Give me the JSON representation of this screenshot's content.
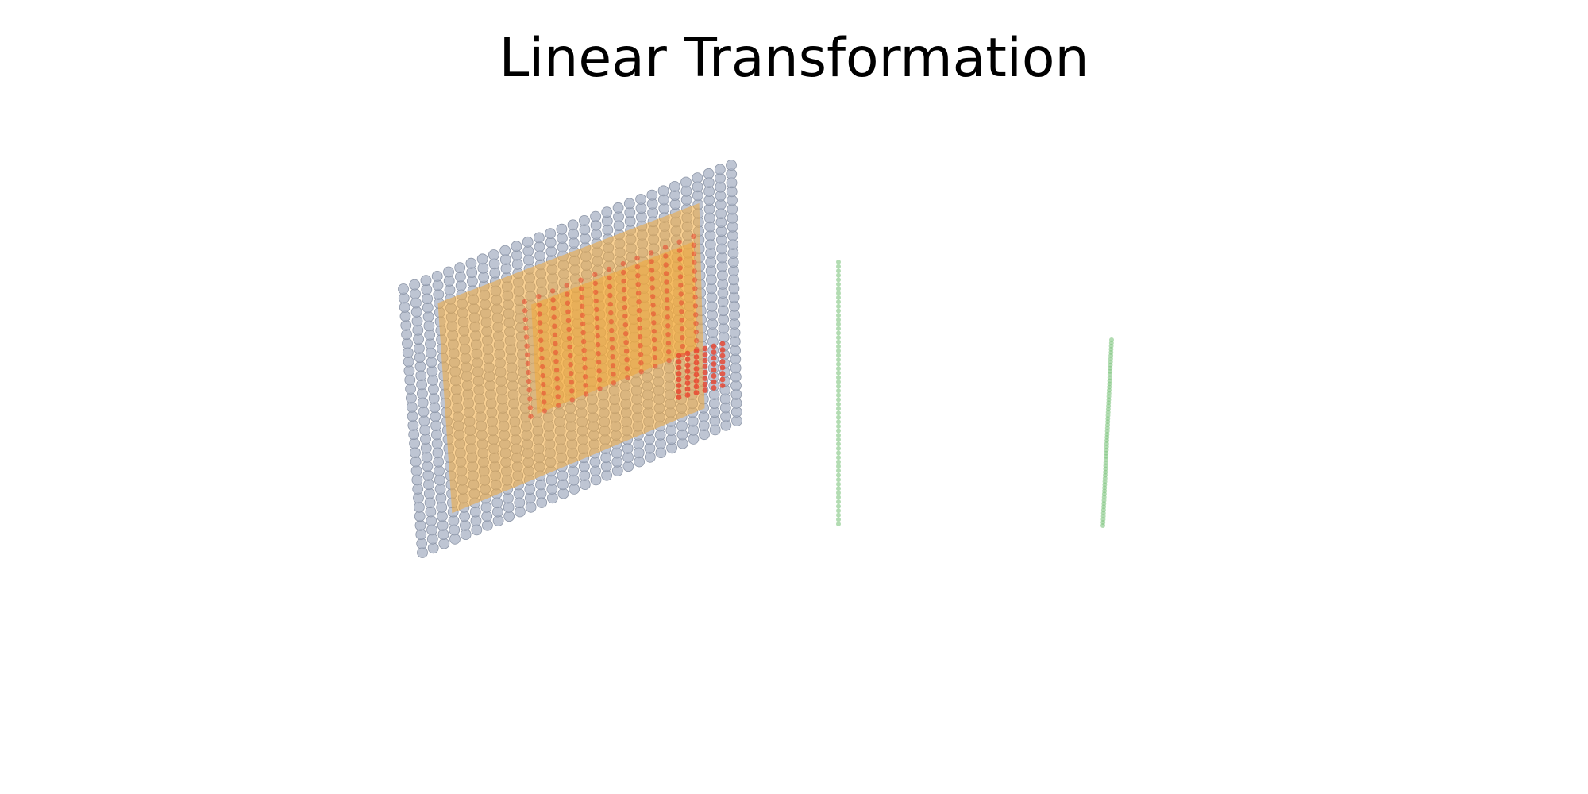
{
  "chart_data": {
    "type": "scatter",
    "title": "Linear Transformation",
    "axes_visible": false,
    "grid": false,
    "legend": "none",
    "colors": {
      "grid_points": "#a8b2c4",
      "grid_points_edge": "#8e97a8",
      "plane_fill": "#f2a93b",
      "red_points": "#e8412c",
      "line": "#7fc47f"
    },
    "plane": {
      "point_grid_size": [
        30,
        30
      ],
      "description_level": "plane of gray points with orange filled interior"
    },
    "shaded_region": {
      "outer_fraction": [
        0.1,
        0.9
      ],
      "inner_fraction": [
        0.38,
        0.72
      ]
    },
    "red_block": {
      "columns": 13,
      "rows": 14
    },
    "red_small_block": {
      "columns": 6,
      "rows": 8
    },
    "lines": [
      {
        "points": 60
      },
      {
        "points": 60
      }
    ]
  }
}
